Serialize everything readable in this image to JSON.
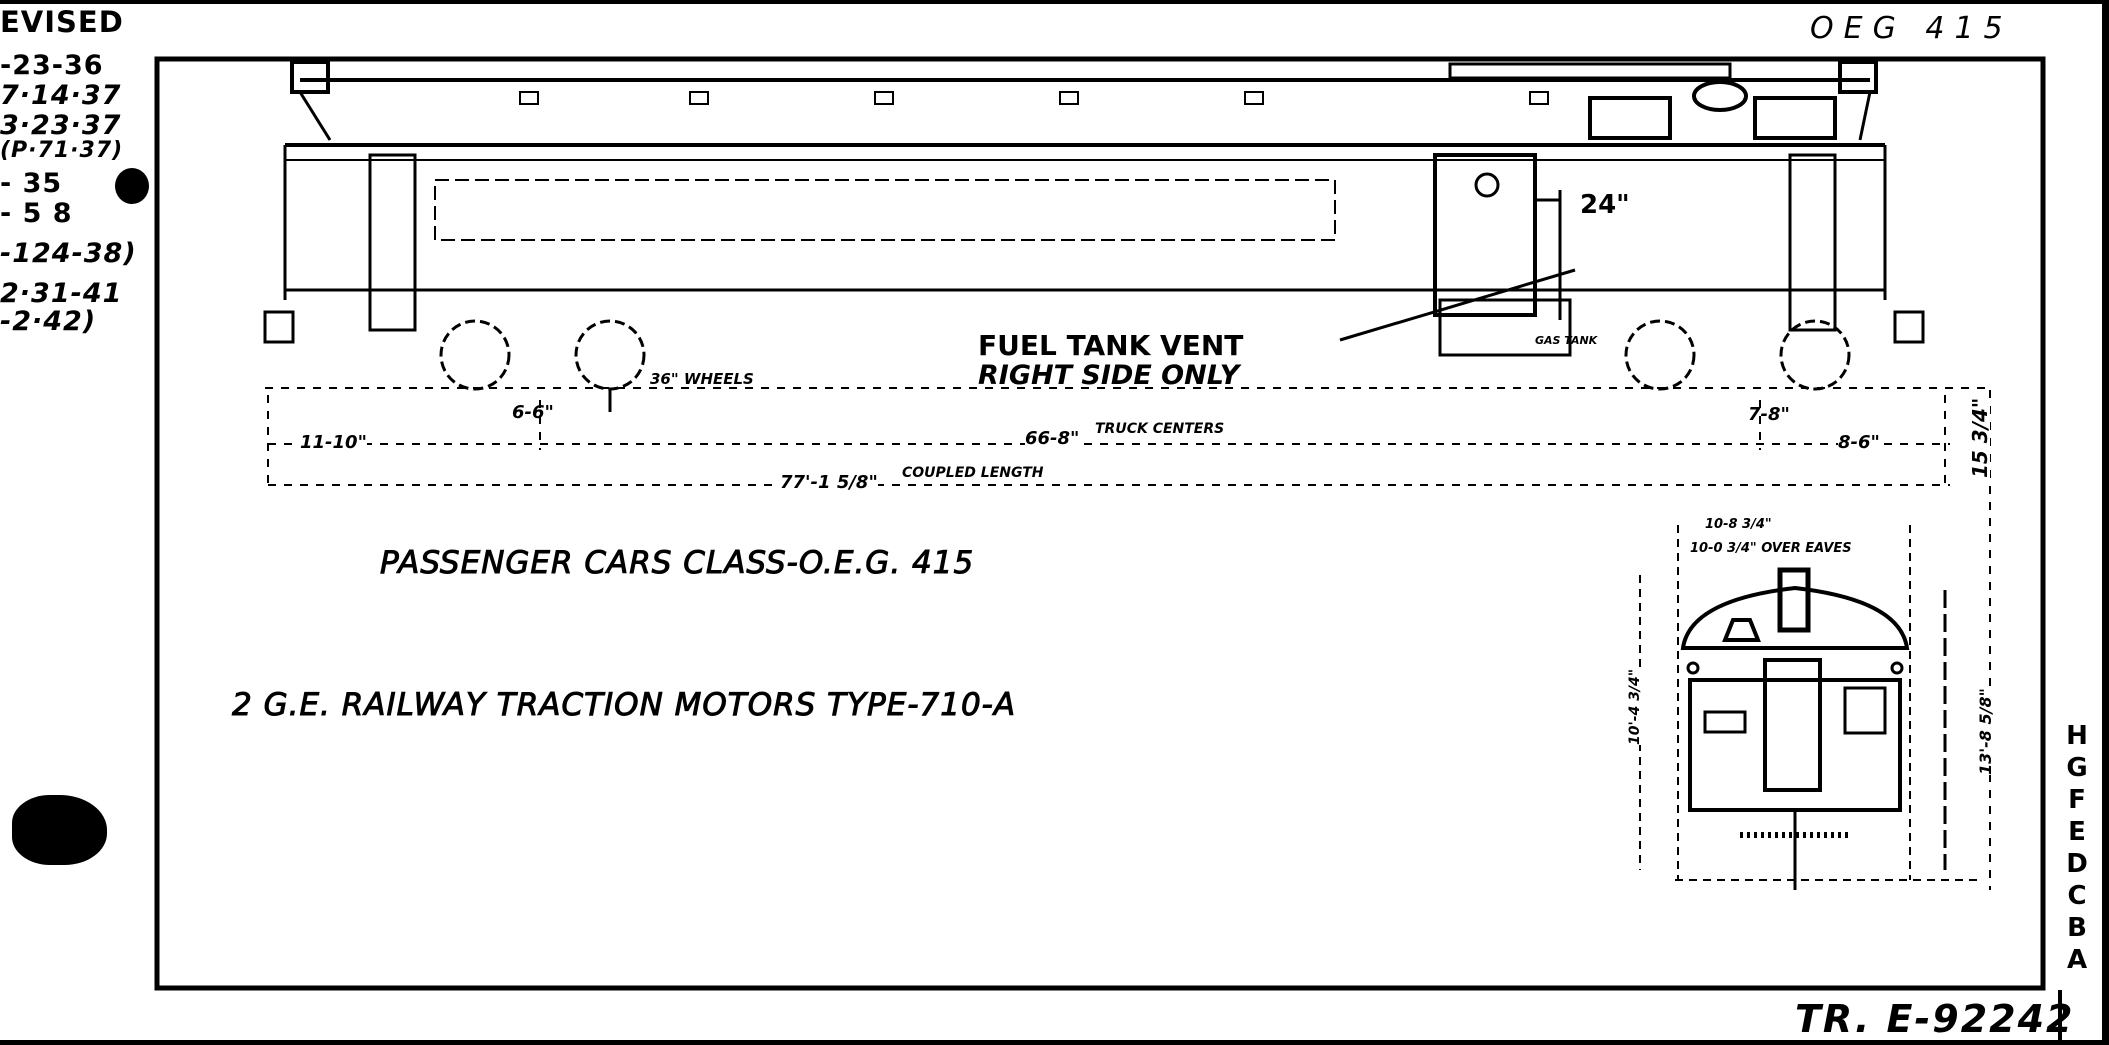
{
  "revisions": {
    "heading": "EVISED",
    "dates": [
      "-23-36",
      "7·14·37",
      "3·23·37",
      "(P·71·37)",
      "-  35",
      "-  5 8",
      "-124-38)",
      "2·31-41",
      "-2·42)"
    ]
  },
  "drawing_ref_handwritten": "OEG 415",
  "title_lines": {
    "class": "PASSENGER CARS CLASS-O.E.G. 415",
    "motors": "2 G.E. RAILWAY TRACTION MOTORS TYPE-710-A"
  },
  "callouts": {
    "fuel_tank_vent": "FUEL TANK VENT",
    "right_side_only": "RIGHT SIDE ONLY",
    "vent_height": "24\"",
    "wheels": "36\" WHEELS",
    "gas_tank": "GAS TANK"
  },
  "dimensions": {
    "end_overhang": "11-10\"",
    "wheelbase_left": "6-6\"",
    "truck_centers_value": "66-8\"",
    "truck_centers_label": "TRUCK CENTERS",
    "coupled_length_value": "77'-1 5/8\"",
    "coupled_length_label": "COUPLED LENGTH",
    "wheelbase_right": "7-8\"",
    "end_overhang_right": "8-6\"",
    "rail_to_floor": "15 3/4\"",
    "end_view_width_1": "10-8 3/4\"",
    "end_view_width_2": "10-0 3/4\" OVER EAVES",
    "end_view_height_left": "10'-4 3/4\"",
    "end_view_height_right": "13'-8 5/8\""
  },
  "zone_letters": [
    "H",
    "G",
    "F",
    "E",
    "D",
    "C",
    "B",
    "A"
  ],
  "drawing_number": "TR. E-92242"
}
